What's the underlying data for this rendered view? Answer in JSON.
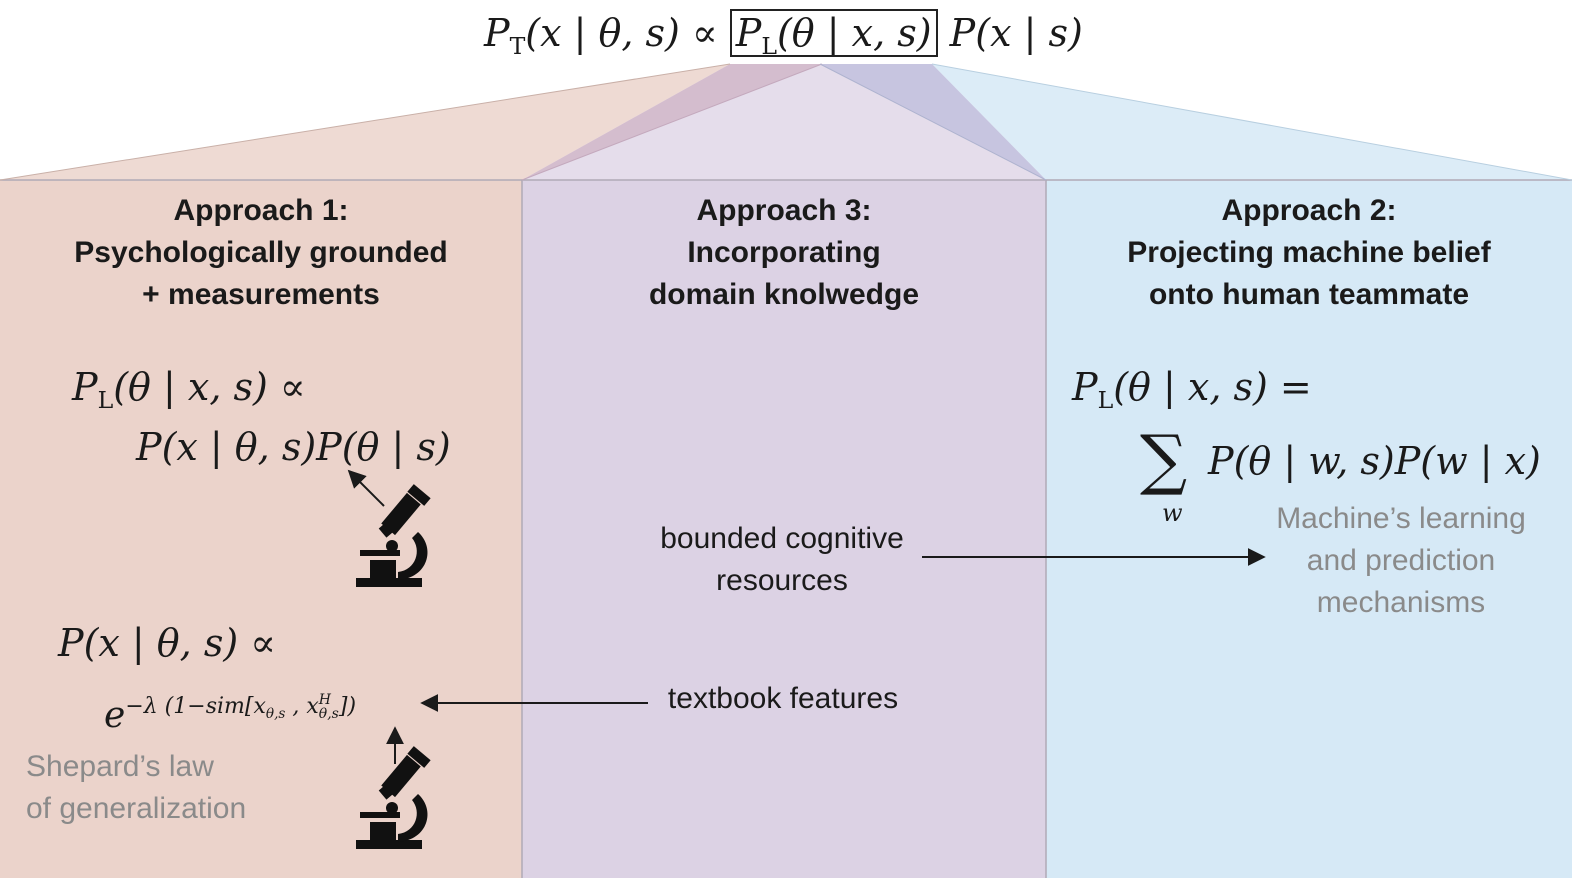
{
  "formula_top": {
    "lhs": "P",
    "lhs_sub": "T",
    "lhs_args": "(x | θ, s) ∝",
    "boxed": "P",
    "boxed_sub": "L",
    "boxed_args": "(θ | x, s)",
    "prior": "P(x | s)"
  },
  "colors": {
    "approach1": "#ebd3cb",
    "approach3": "#dcd2e4",
    "approach2": "#d6e9f6",
    "divider": "#a7a5b3",
    "arrow": "#1a1a1a"
  },
  "approach1": {
    "title_line1": "Approach 1:",
    "title_line2": "Psychologically grounded",
    "title_line3": "+ measurements",
    "eq1_lhs": "P",
    "eq1_sub": "L",
    "eq1_rest": "(θ | x, s) ∝",
    "eq1_rhs": "P(x | θ, s)P(θ | s)",
    "eq2_lhs": "P(x | θ, s) ∝",
    "eq2_exp": "e",
    "eq2_power": "−λ (1−sim[x",
    "eq2_sub1": "θ,s",
    "eq2_mid": " , x",
    "eq2_sup2": "H",
    "eq2_sub2": "θ,s",
    "eq2_end": "])",
    "note_line1": "Shepard’s law",
    "note_line2": "of generalization",
    "icon_top": "microscope-icon",
    "icon_bottom": "microscope-icon"
  },
  "approach3": {
    "title_line1": "Approach 3:",
    "title_line2": "Incorporating",
    "title_line3": "domain knolwedge",
    "label1_line1": "bounded cognitive",
    "label1_line2": "resources",
    "label2": "textbook features"
  },
  "approach2": {
    "title_line1": "Approach 2:",
    "title_line2": "Projecting machine belief",
    "title_line3": "onto human teammate",
    "eq1_lhs": "P",
    "eq1_sub": "L",
    "eq1_rest": "(θ | x, s) =",
    "sum_symbol": "∑",
    "sum_index": "w",
    "eq1_rhs": "P(θ | w, s)P(w | x)",
    "note_line1": "Machine’s learning",
    "note_line2": "and prediction",
    "note_line3": "mechanisms"
  }
}
